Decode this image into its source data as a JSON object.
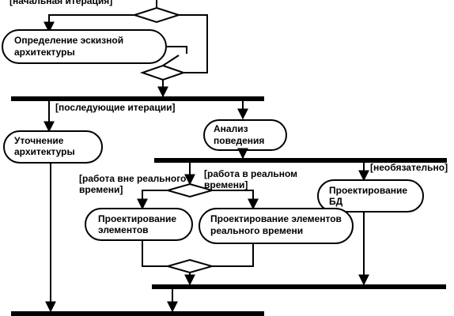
{
  "guards": {
    "initial_iteration": "[начальная итерация]",
    "next_iterations": "[последующие итерации]",
    "non_realtime_line1": "[работа вне реального",
    "non_realtime_line2": "времени]",
    "realtime_line1": "[работа в реальном",
    "realtime_line2": "времени]",
    "optional": "[необязательно]"
  },
  "activities": {
    "sketch_arch": [
      "Определение эскизной",
      "архитектуры"
    ],
    "refine_arch": [
      "Уточнение",
      "архитектуры"
    ],
    "behavior_analysis": [
      "Анализ",
      "поведения"
    ],
    "db_design": [
      "Проектирование",
      "БД"
    ],
    "element_design": [
      "Проектирование",
      "элементов"
    ],
    "realtime_element_design": [
      "Проектирование элементов",
      "реального времени"
    ]
  }
}
